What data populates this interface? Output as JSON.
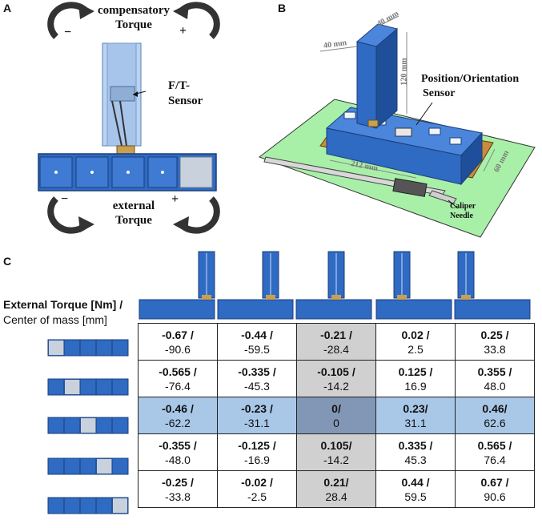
{
  "panels": {
    "a": {
      "label": "A",
      "top_torque": "compensatory",
      "top_torque_line2": "Torque",
      "sensor_label": "F/T-",
      "sensor_label_line2": "Sensor",
      "bottom_torque": "external",
      "bottom_torque_line2": "Torque",
      "minus": "−",
      "plus": "+"
    },
    "b": {
      "label": "B",
      "dim_width": "40 mm",
      "dim_depth": "40 mm",
      "dim_height": "120 mm",
      "dim_length": "212 mm",
      "dim_base_depth": "60 mm",
      "sensor_label": "Position/Orientation",
      "sensor_label_line2": "Sensor",
      "caliper_label": "Caliper",
      "caliper_label_line2": "Needle"
    },
    "c": {
      "label": "C",
      "header_line1": "External Torque [Nm] /",
      "header_line2": "Center of mass [mm]",
      "rows": [
        {
          "cells": [
            {
              "torque": "-0.67 /",
              "com": "-90.6"
            },
            {
              "torque": "-0.44 /",
              "com": "-59.5"
            },
            {
              "torque": "-0.21 /",
              "com": "-28.4"
            },
            {
              "torque": "0.02 /",
              "com": "2.5"
            },
            {
              "torque": "0.25 /",
              "com": "33.8"
            }
          ]
        },
        {
          "cells": [
            {
              "torque": "-0.565 /",
              "com": "-76.4"
            },
            {
              "torque": "-0.335 /",
              "com": "-45.3"
            },
            {
              "torque": "-0.105 /",
              "com": "-14.2"
            },
            {
              "torque": "0.125 /",
              "com": "16.9"
            },
            {
              "torque": "0.355 /",
              "com": "48.0"
            }
          ]
        },
        {
          "cells": [
            {
              "torque": "-0.46 /",
              "com": "-62.2"
            },
            {
              "torque": "-0.23 /",
              "com": "-31.1"
            },
            {
              "torque": "0/",
              "com": "0"
            },
            {
              "torque": "0.23/",
              "com": "31.1"
            },
            {
              "torque": "0.46/",
              "com": "62.6"
            }
          ]
        },
        {
          "cells": [
            {
              "torque": "-0.355 /",
              "com": "-48.0"
            },
            {
              "torque": "-0.125 /",
              "com": "-16.9"
            },
            {
              "torque": "0.105/",
              "com": "-14.2"
            },
            {
              "torque": "0.335 /",
              "com": "45.3"
            },
            {
              "torque": "0.565 /",
              "com": "76.4"
            }
          ]
        },
        {
          "cells": [
            {
              "torque": "-0.25 /",
              "com": "-33.8"
            },
            {
              "torque": "-0.02 /",
              "com": "-2.5"
            },
            {
              "torque": "0.21/",
              "com": "28.4"
            },
            {
              "torque": "0.44 /",
              "com": "59.5"
            },
            {
              "torque": "0.67 /",
              "com": "90.6"
            }
          ]
        }
      ]
    }
  },
  "colors": {
    "device_blue": "#2f6ac3",
    "mat_green": "#a8f0a8",
    "cell_gray": "#d0d0d0",
    "cell_blue": "#a9c8e8",
    "cell_center": "#8297b5"
  }
}
